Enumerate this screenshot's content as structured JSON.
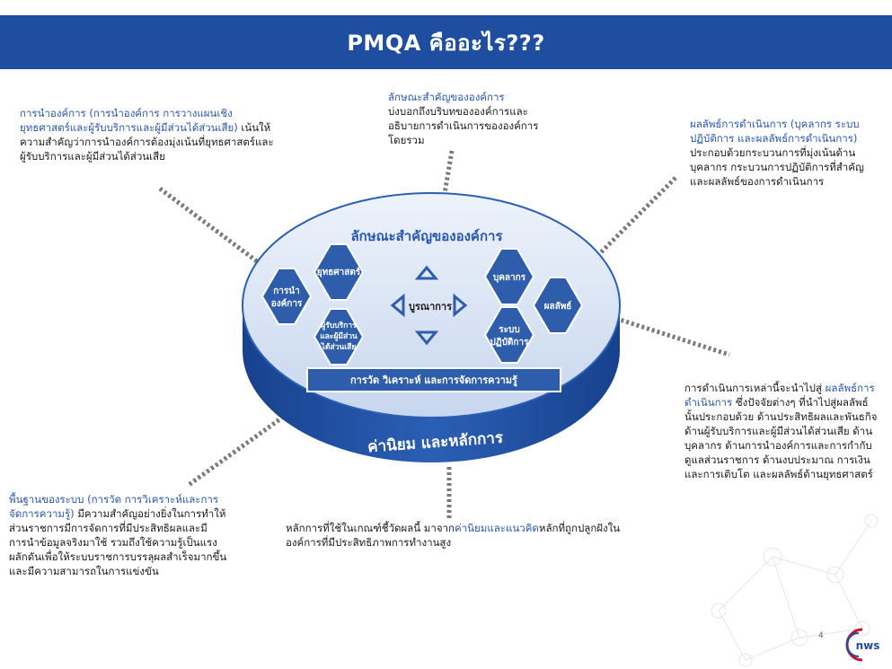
{
  "header": {
    "title": "PMQA คืออะไร???"
  },
  "top_left": {
    "blue": "การนำองค์การ (การนำองค์การ การวางแผนเชิงยุทธศาสตร์และผู้รับบริการและผู้มีส่วนได้ส่วนเสีย)",
    "black": "เน้นให้ความสำคัญว่าการนำองค์การต้องมุ่งเน้นที่ยุทธศาสตร์และผู้รับบริการและผู้มีส่วนได้ส่วนเสีย"
  },
  "top_center": {
    "blue": "ลักษณะสำคัญขององค์การ",
    "black": "บ่งบอกถึงบริบทขององค์การและอธิบายการดำเนินการขององค์การโดยรวม"
  },
  "top_right": {
    "blue": "ผลลัพธ์การดำเนินการ (บุคลากร ระบบปฏิบัติการ และผลลัพธ์การดำเนินการ)",
    "black": "ประกอบด้วยกระบวนการที่มุ่งเน้นด้านบุคลากร กระบวนการปฏิบัติการที่สำคัญ และผลลัพธ์ของการดำเนินการ"
  },
  "right": {
    "black1": "การดำเนินการเหล่านี้จะนำไปสู่",
    "blue": "ผลลัพธ์การดำเนินการ",
    "black2": "ซึ่งปัจจัยต่างๆ ที่นำไปสู่ผลลัพธ์นั้นประกอบด้วย ด้านประสิทธิผลและพันธกิจ ด้านผู้รับบริการและผู้มีส่วนได้ส่วนเสีย ด้านบุคลากร ด้านการนำองค์การและการกำกับดูแลส่วนราชการ ด้านงบประมาณ การเงินและการเติบโต และผลลัพธ์ด้านยุทธศาสตร์"
  },
  "bottom_left": {
    "blue": "พื้นฐานของระบบ (การวัด การวิเคราะห์และการจัดการความรู้)",
    "black": "มีความสำคัญอย่างยิ่งในการทำให้ส่วนราชการมีการจัดการที่มีประสิทธิผลและมีการนำข้อมูลจริงมาใช้ รวมถึงใช้ความรู้เป็นแรงผลักดันเพื่อให้ระบบราชการบรรลุผลสำเร็จมากขึ้นและมีความสามารถในการแข่งขัน"
  },
  "bottom_center": {
    "black1": "หลักการที่ใช้ในเกณฑ์ชี้วัดผลนี้ มาจาก",
    "blue": "ค่านิยมและแนวคิด",
    "black2": "หลักที่ถูกปลูกฝังในองค์การที่มีประสิทธิภาพการทำงานสูง"
  },
  "diagram": {
    "top_label": "ลักษณะสำคัญขององค์การ",
    "hex_leadership": [
      "การนำ",
      "องค์การ"
    ],
    "hex_strategy": "ยุทธศาสตร์",
    "hex_customer": [
      "ผู้รับบริการ",
      "และผู้มีส่วน",
      "ได้ส่วนเสีย"
    ],
    "center_label": "บูรณาการ",
    "hex_workforce": "บุคลากร",
    "hex_operations": [
      "ระบบ",
      "ปฏิบัติการ"
    ],
    "hex_results": "ผลลัพธ์",
    "bar_label": "การวัด วิเคราะห์ และการจัดการความรู้",
    "base_label": "ค่านิยม และหลักการ"
  },
  "footer": {
    "page": "4",
    "logo_text": "nws"
  },
  "colors": {
    "brand": "#1f4ea0",
    "accent_blue": "#2757b5",
    "hex_blue": "#2d5dab"
  }
}
